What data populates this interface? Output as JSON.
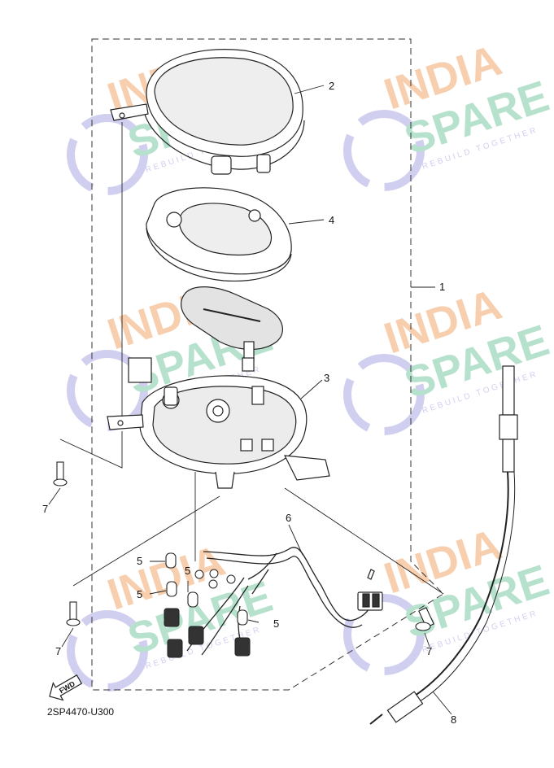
{
  "diagram": {
    "part_code": "2SP4470-U300",
    "fwd_label": "FWD",
    "callouts": {
      "c1": "1",
      "c2": "2",
      "c3": "3",
      "c4": "4",
      "c6": "6",
      "c8": "8",
      "c5a": "5",
      "c5b": "5",
      "c5c": "5",
      "c5d": "5",
      "c7a": "7",
      "c7b": "7",
      "c7c": "7"
    }
  },
  "watermark": {
    "line1": "INDIA",
    "line2": "SPARE",
    "tagline": "REBUILD TOGETHER",
    "colors": {
      "india": "#f6c7a0",
      "spare": "#a9dcc3",
      "logo": "#c9c7ee"
    }
  }
}
